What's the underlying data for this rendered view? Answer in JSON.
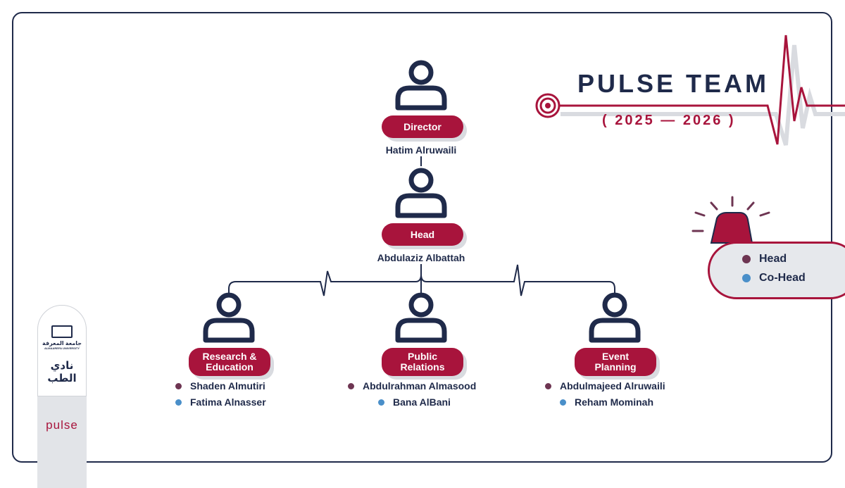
{
  "title": "PULSE TEAM",
  "years": "( 2025 — 2026 )",
  "colors": {
    "navy": "#1f2a4a",
    "crimson": "#a8143c",
    "head": "#6e3552",
    "cohead": "#4a8fc9"
  },
  "director": {
    "role": "Director",
    "name": "Hatim Alruwaili"
  },
  "head": {
    "role": "Head",
    "name": "Abdulaziz Albattah"
  },
  "departments": [
    {
      "role_line1": "Research &",
      "role_line2": "Education",
      "head": "Shaden Almutiri",
      "cohead": "Fatima Alnasser"
    },
    {
      "role_line1": "Public",
      "role_line2": "Relations",
      "head": "Abdulrahman  Almasood",
      "cohead": "Bana AlBani"
    },
    {
      "role_line1": "Event",
      "role_line2": "Planning",
      "head": "Abdulmajeed Alruwaili",
      "cohead": "Reham Mominah"
    }
  ],
  "legend": {
    "head": "Head",
    "cohead": "Co-Head"
  },
  "sidebar": {
    "university_line1": "جامعة المعرفة",
    "university_line2": "ALMAAREFA UNIVERSITY",
    "club": "نادي الطب",
    "logo": "pulse"
  },
  "icons": [
    "person-icon",
    "siren-icon",
    "target-icon",
    "heartbeat-icon"
  ]
}
